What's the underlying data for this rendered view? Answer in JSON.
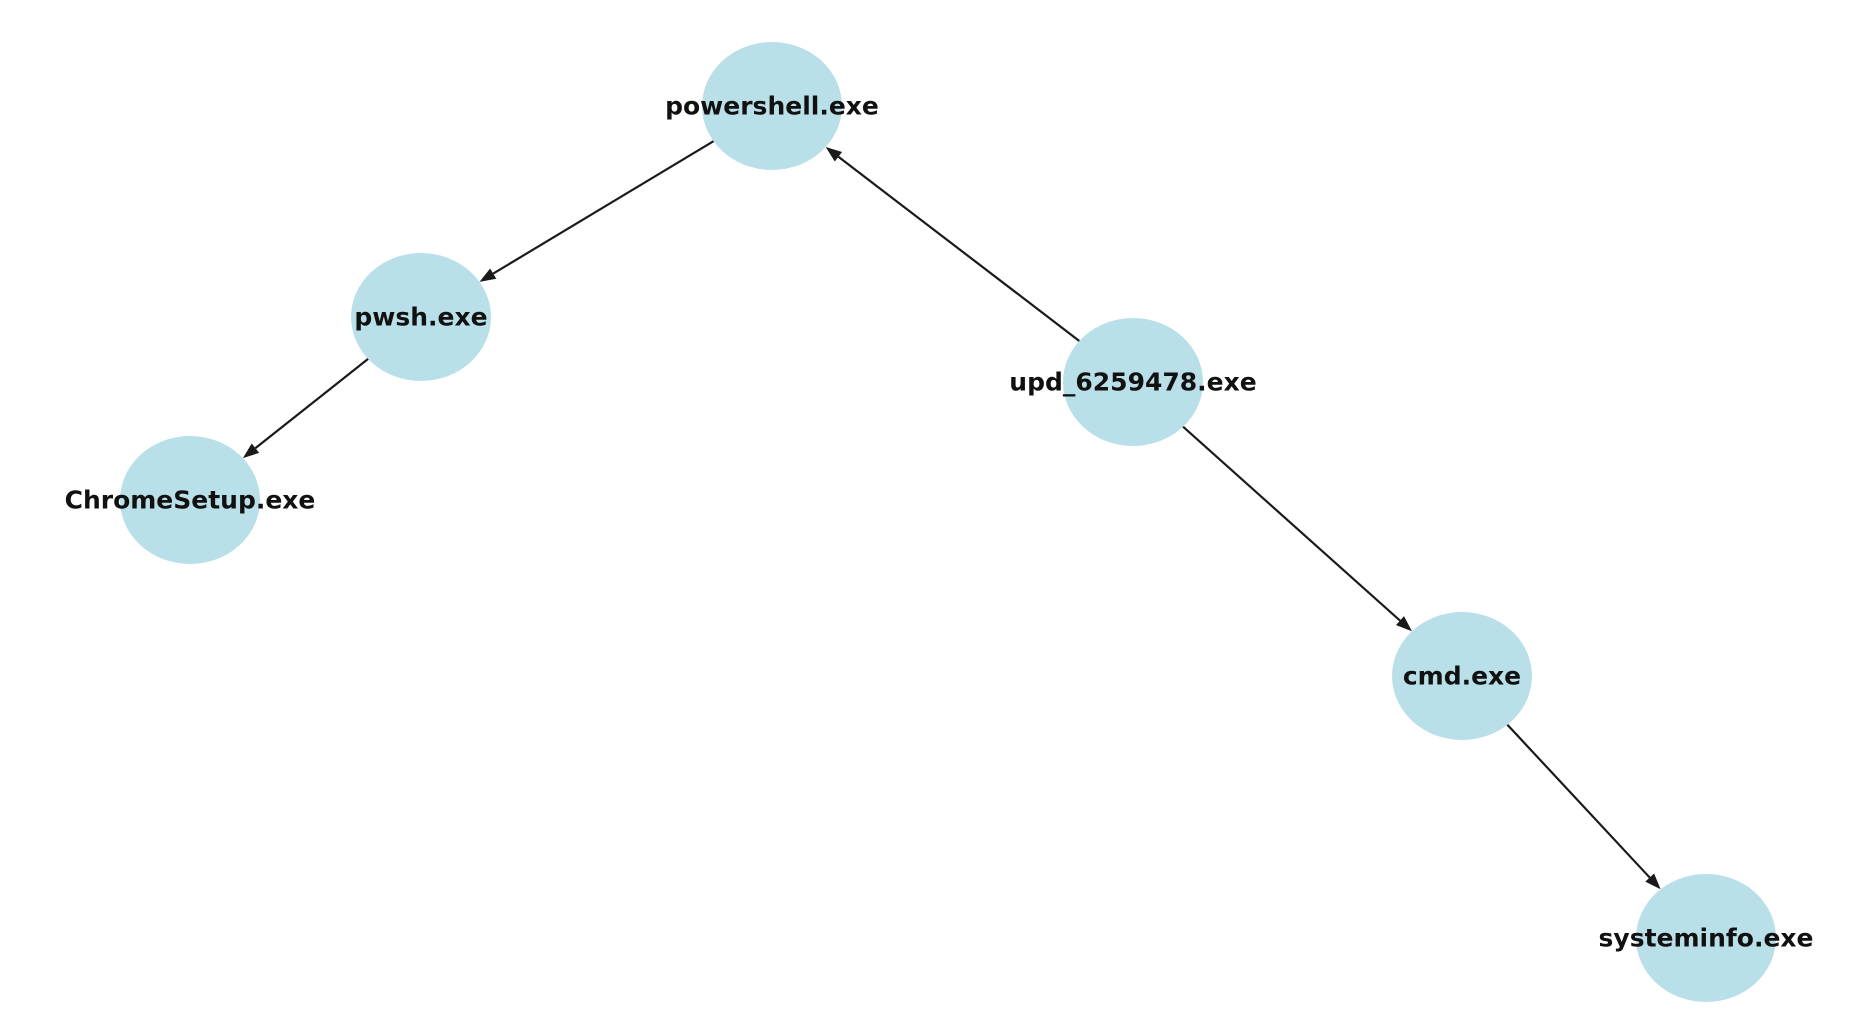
{
  "graph": {
    "node_color": "#b9dfe8",
    "edge_color": "#1a1a1a",
    "label_color": "#111111",
    "nodes": [
      {
        "id": "powershell",
        "label": "powershell.exe"
      },
      {
        "id": "pwsh",
        "label": "pwsh.exe"
      },
      {
        "id": "chromesetup",
        "label": "ChromeSetup.exe"
      },
      {
        "id": "upd",
        "label": "upd_6259478.exe"
      },
      {
        "id": "cmd",
        "label": "cmd.exe"
      },
      {
        "id": "systeminfo",
        "label": "systeminfo.exe"
      }
    ],
    "edges": [
      {
        "from": "upd",
        "to": "powershell"
      },
      {
        "from": "powershell",
        "to": "pwsh"
      },
      {
        "from": "pwsh",
        "to": "chromesetup"
      },
      {
        "from": "upd",
        "to": "cmd"
      },
      {
        "from": "cmd",
        "to": "systeminfo"
      }
    ]
  }
}
